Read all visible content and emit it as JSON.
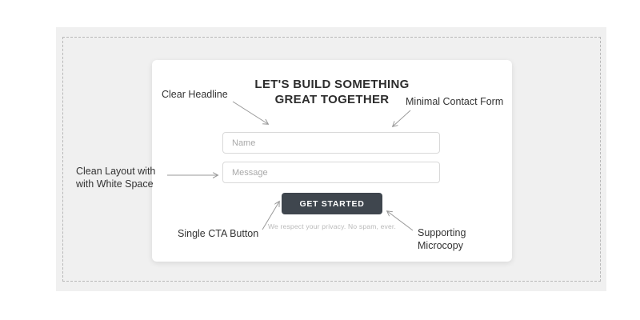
{
  "card": {
    "headline_line1": "LET'S BUILD SOMETHING",
    "headline_line2": "GREAT TOGETHER",
    "fields": {
      "name_placeholder": "Name",
      "message_placeholder": "Message"
    },
    "cta_label": "GET STARTED",
    "microcopy": "We respect your privacy. No spam, ever."
  },
  "annotations": {
    "clear_headline": "Clear Headline",
    "minimal_contact_form": "Minimal Contact Form",
    "clean_layout": "Clean Layout with\nwith White Space",
    "single_cta": "Single CTA Button",
    "supporting_microcopy": "Supporting\nMicrocopy"
  },
  "colors": {
    "canvas_bg": "#f0f0f0",
    "canvas_border": "#b8b8b8",
    "card_bg": "#ffffff",
    "headline_text": "#2d2d2d",
    "cta_bg": "#3f464e",
    "cta_text": "#ffffff",
    "placeholder_text": "#a9a9a9",
    "microcopy_text": "#b9b9b9",
    "annotation_text": "#333333",
    "arrow": "#999999"
  }
}
